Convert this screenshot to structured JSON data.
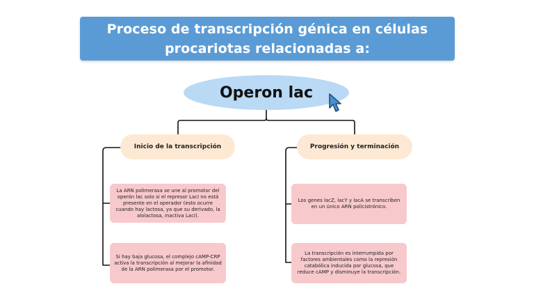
{
  "title": {
    "line1": "Proceso de transcripción génica en células",
    "line2": "procariotas relacionadas a:"
  },
  "root": {
    "label": "Operon lac"
  },
  "branches": [
    {
      "label": "Inicio de la transcripción",
      "items": [
        "La ARN polimerasa se une al promotor del operón lac solo si el represor LacI no está presente en el operador (esto ocurre cuando hay lactosa, ya que su derivado, la alolactosa, inactiva LacI).",
        "Si hay baja glucosa, el complejo cAMP-CRP activa la transcripción al mejorar la afinidad de la ARN polimerasa por el promotor."
      ]
    },
    {
      "label": "Progresión y terminación",
      "items": [
        "Los genes lacZ, lacY y lacA se transcriben en un único ARN policistrónico.",
        "La transcripción es interrumpida por factores ambientales como la represión catabólica inducida por glucosa, que reduce cAMP y disminuye la transcripción."
      ]
    }
  ],
  "colors": {
    "banner": "#5b9bd5",
    "root_ellipse": "#b9d9f4",
    "branch_pill": "#fde9d3",
    "leaf_card": "#f8c9cc",
    "connector": "#111111"
  },
  "icons": {
    "cursor": "mouse-pointer-icon"
  }
}
